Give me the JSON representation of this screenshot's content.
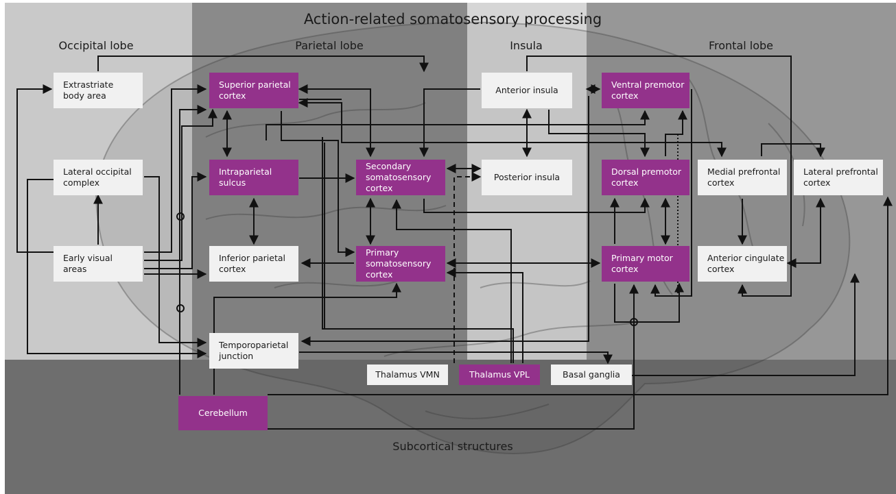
{
  "title": "Action-related somatosensory processing",
  "regions": {
    "occipital": "Occipital lobe",
    "parietal": "Parietal lobe",
    "insula": "Insula",
    "frontal": "Frontal lobe",
    "subcortical": "Subcortical structures"
  },
  "colors": {
    "purple_node": "#93328b",
    "light_node": "#f1f1f1",
    "occipital_bg": "#c8c8c8",
    "parietal_bg": "#8c8c8c",
    "insula_bg": "#d4d4d4",
    "frontal_bg": "#979797",
    "subcortical_bg": "#6f6f6f",
    "arrow": "#111111"
  },
  "nodes": {
    "extrastriate": "Extrastriate\nbody area",
    "lateral_occipital": "Lateral occipital\ncomplex",
    "early_visual": "Early visual\nareas",
    "superior_parietal": "Superior parietal\ncortex",
    "intraparietal": "Intraparietal\nsulcus",
    "inferior_parietal": "Inferior parietal\ncortex",
    "secondary_somato": "Secondary\nsomatosensory\ncortex",
    "primary_somato": "Primary\nsomatosensory\ncortex",
    "temporoparietal": "Temporoparietal\njunction",
    "anterior_insula": "Anterior insula",
    "posterior_insula": "Posterior insula",
    "ventral_premotor": "Ventral premotor\ncortex",
    "dorsal_premotor": "Dorsal premotor\ncortex",
    "primary_motor": "Primary motor\ncortex",
    "medial_prefrontal": "Medial prefrontal\ncortex",
    "lateral_prefrontal": "Lateral prefrontal\ncortex",
    "anterior_cingulate": "Anterior cingulate\ncortex",
    "thalamus_vmn": "Thalamus VMN",
    "thalamus_vpl": "Thalamus VPL",
    "basal_ganglia": "Basal ganglia",
    "cerebellum": "Cerebellum"
  }
}
